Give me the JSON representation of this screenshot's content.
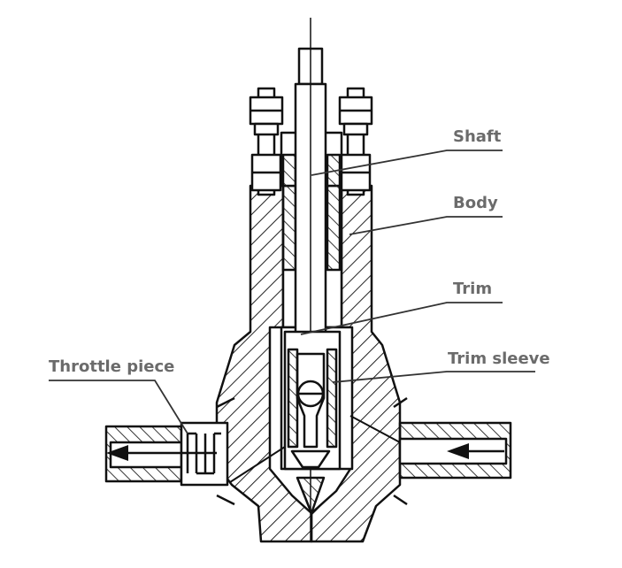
{
  "labels": {
    "shaft": "Shaft",
    "body": "Body",
    "trim": "Trim",
    "trim_sleeve": "Trim sleeve",
    "throttle_piece": "Throttle piece"
  }
}
